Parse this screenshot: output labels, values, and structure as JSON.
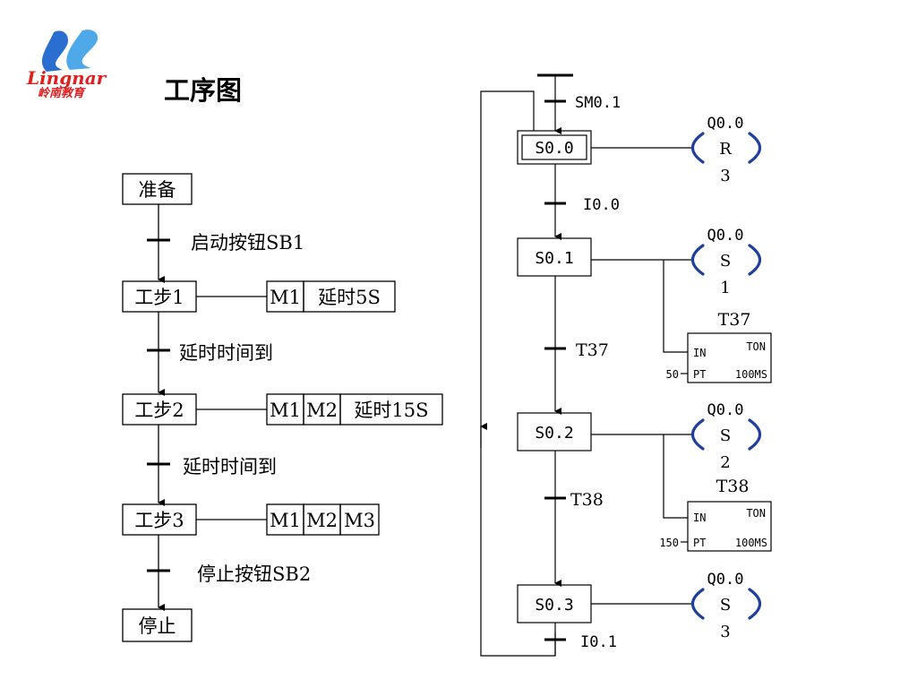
{
  "header": {
    "logo_text": "Lingnar",
    "logo_subtext": "岭南教育",
    "title": "工序图"
  },
  "flow": {
    "steps": [
      "准备",
      "工步1",
      "工步2",
      "工步3",
      "停止"
    ],
    "transitions": [
      "启动按钮SB1",
      "延时时间到",
      "延时时间到",
      "停止按钮SB2"
    ],
    "outputs": {
      "step1": [
        "M1",
        "延时5S"
      ],
      "step2": [
        "M1",
        "M2",
        "延时15S"
      ],
      "step3": [
        "M1",
        "M2",
        "M3"
      ]
    }
  },
  "sfc": {
    "initial_condition": "SM0.1",
    "states": [
      "S0.0",
      "S0.1",
      "S0.2",
      "S0.3"
    ],
    "transitions": [
      "I0.0",
      "T37",
      "T38",
      "I0.1"
    ],
    "coils": [
      {
        "addr": "Q0.0",
        "op": "R",
        "n": "3"
      },
      {
        "addr": "Q0.0",
        "op": "S",
        "n": "1"
      },
      {
        "addr": "Q0.0",
        "op": "S",
        "n": "2"
      },
      {
        "addr": "Q0.0",
        "op": "S",
        "n": "3"
      }
    ],
    "timers": [
      {
        "name": "T37",
        "in": "IN",
        "type": "TON",
        "pt_label": "PT",
        "base": "100MS",
        "preset": "50"
      },
      {
        "name": "T38",
        "in": "IN",
        "type": "TON",
        "pt_label": "PT",
        "base": "100MS",
        "preset": "150"
      }
    ],
    "colors": {
      "coil_paren": "#1f3f9e",
      "line": "#000000"
    }
  }
}
